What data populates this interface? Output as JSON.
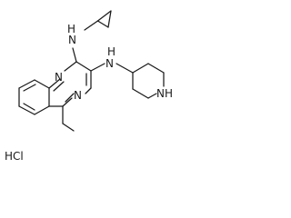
{
  "molecule": {
    "atoms": {
      "nh_cyclopropyl": "N",
      "h_cyclopropyl": "H",
      "nh_piperidine_link": "N",
      "h_piperidine_link": "H",
      "n_ring_upper": "N",
      "n_ring_lower": "N",
      "nh_piperidine_ring": "NH"
    },
    "salt": "HCl"
  }
}
